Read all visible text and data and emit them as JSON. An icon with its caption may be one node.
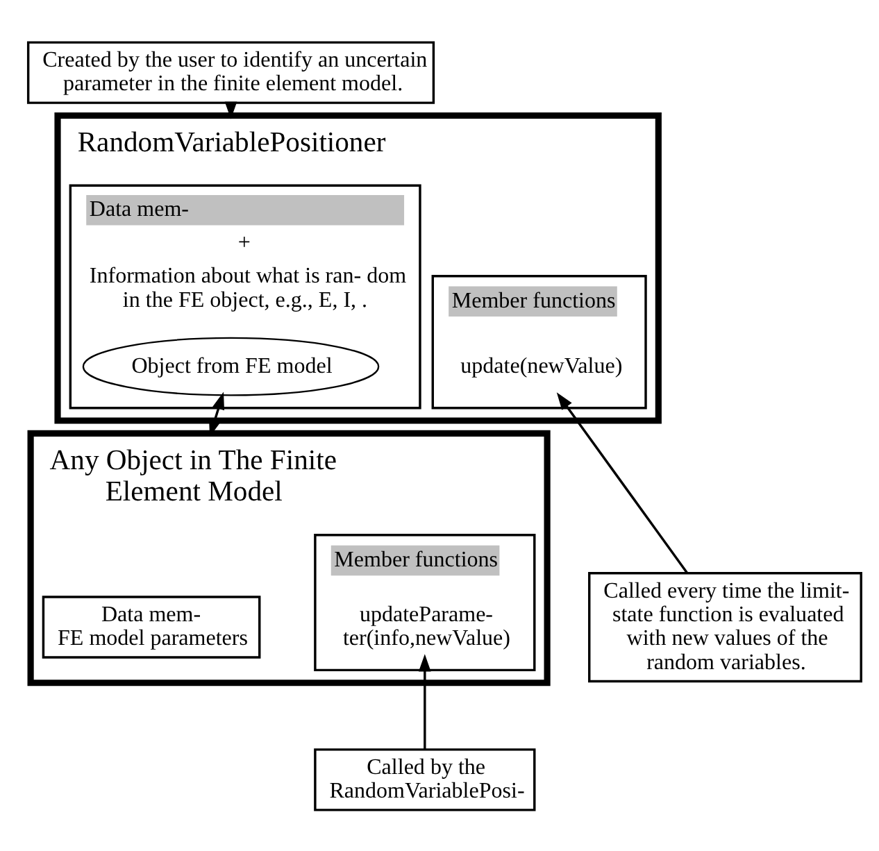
{
  "diagram": {
    "nodes": [
      {
        "text": [
          "Created by the user to identify an uncertain parameter in the finite element model."
        ]
      },
      {
        "text": [
          "RandomVariablePositioner"
        ]
      },
      {
        "text": [
          "Data mem-",
          "+",
          "Information about what is ran- dom in the FE object, e.g., E, I, ."
        ],
        "in": 1
      },
      {
        "text": [
          "Object from FE model"
        ],
        "in": 2
      },
      {
        "text": [
          "Member functions"
        ],
        "in": 1
      },
      {
        "text": [
          "update(newValue)"
        ],
        "in": 4
      },
      {
        "text": [
          "Any Object in The Finite Element Model"
        ]
      },
      {
        "text": [
          "Data mem-",
          "FE model parameters"
        ],
        "in": 6
      },
      {
        "text": [
          "Member functions"
        ],
        "in": 6
      },
      {
        "text": [
          "updateParame- ter(info,newValue)"
        ],
        "in": 8
      },
      {
        "text": [
          "Called every time the limit-state function is evaluated with new values of the random variables."
        ]
      },
      {
        "text": [
          "Called by the RandomVariablePosi-"
        ]
      }
    ],
    "edges": [
      {
        "from": 0,
        "to": 1,
        "arrow": "to"
      },
      {
        "from": 3,
        "to": 6,
        "arrow": "both"
      },
      {
        "from": 10,
        "to": 5,
        "arrow": "to"
      },
      {
        "from": 11,
        "to": 9,
        "arrow": "to"
      }
    ]
  }
}
